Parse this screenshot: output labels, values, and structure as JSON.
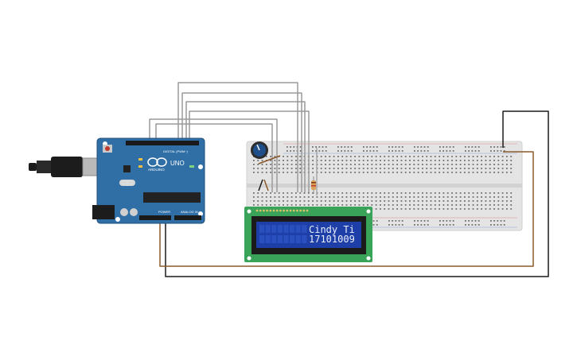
{
  "arduino": {
    "brand_label": "ARDUINO",
    "model_label": "UNO",
    "digital_header_label": "DIGITAL (PWM~)",
    "power_label": "POWER",
    "analog_label": "ANALOG IN",
    "colors": {
      "board": "#2f6fa6",
      "board_dark": "#1f4f7a",
      "header": "#1a1a1a"
    }
  },
  "usb_cable": {
    "colors": {
      "plug": "#1c1c1c",
      "connector": "#b9b9b9"
    }
  },
  "lcd": {
    "line1": "Cindy Ti",
    "line2": "17101009",
    "colors": {
      "pcb": "#3aa35a",
      "bezel": "#1b1b1b",
      "screen": "#1f3fa8"
    }
  },
  "breadboard": {
    "colors": {
      "body": "#e4e4e4",
      "hole": "#6f6f6f",
      "rail_red": "#d9534f",
      "rail_blue": "#4a79c7"
    }
  },
  "potentiometer": {
    "colors": {
      "knob": "#1f4f8a",
      "ring": "#2d2d2d"
    }
  },
  "resistor": {
    "colors": {
      "body": "#d8a25a",
      "band": "#7a3b12"
    }
  },
  "wires": {
    "colors": {
      "signal": "#9a9a9a",
      "ground": "#1a1a1a",
      "power": "#8a5a2b"
    }
  }
}
